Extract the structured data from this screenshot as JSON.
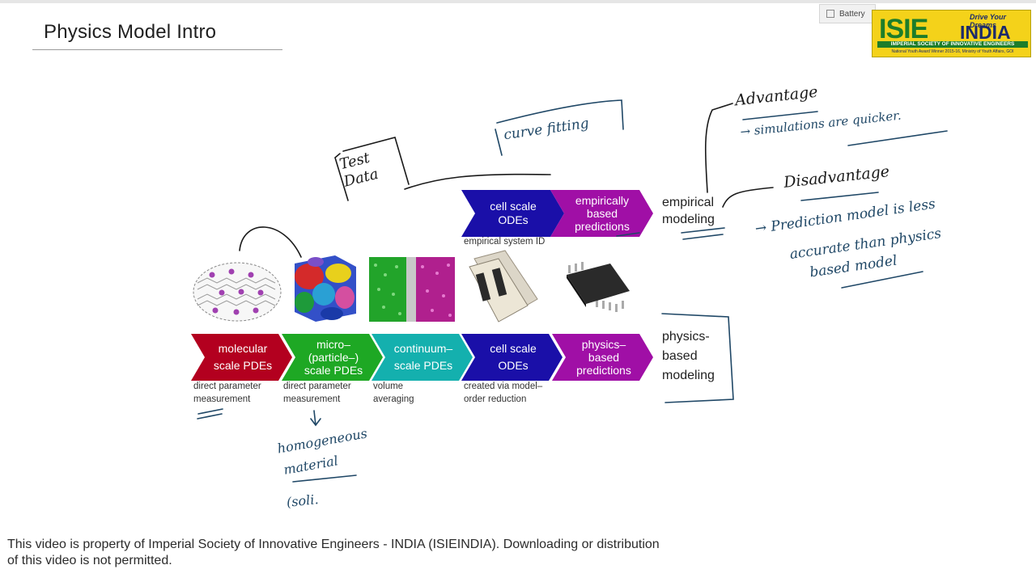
{
  "slide": {
    "title": "Physics Model Intro"
  },
  "window": {
    "battery_label": "Battery"
  },
  "logo": {
    "main": "ISIE",
    "country": "INDIA",
    "tagline": "Drive Your Dreams",
    "org": "IMPERIAL SOCIETY OF INNOVATIVE ENGINEERS",
    "award": "National Youth Award Winner 2015-16, Ministry of Youth Affairs, GOI"
  },
  "diagram": {
    "empirical_row": {
      "stages": [
        {
          "label": "cell scale\nODEs",
          "color": "#1a0fa8"
        },
        {
          "label": "empirically\nbased\npredictions",
          "color": "#a00fa6"
        }
      ],
      "caption": "empirical system ID",
      "result": "empirical\nmodeling"
    },
    "physics_row": {
      "stages": [
        {
          "label": "molecular\nscale PDEs",
          "color": "#b3001f",
          "caption": "direct parameter\nmeasurement"
        },
        {
          "label": "micro–\n(particle–)\nscale PDEs",
          "color": "#1ea824",
          "caption": "direct parameter\nmeasurement"
        },
        {
          "label": "continuum–\nscale PDEs",
          "color": "#14b0ae",
          "caption": "volume\naveraging"
        },
        {
          "label": "cell scale\nODEs",
          "color": "#1a0fa8",
          "caption": "created via model–\norder reduction"
        },
        {
          "label": "physics–\nbased\npredictions",
          "color": "#a00fa6",
          "caption": ""
        }
      ],
      "result": "physics-\nbased\nmodeling"
    },
    "images": [
      "molecule-illustration",
      "particle-cube-illustration",
      "porous-electrode-illustration",
      "battery-cell-photo",
      "chip-photo"
    ]
  },
  "annotations": {
    "test_data": "Test\nData",
    "curve_fitting": "curve fitting",
    "advantage": "Advantage",
    "advantage_note": "→ simulations are quicker.",
    "disadvantage": "Disadvantage",
    "disadvantage_note_1": "→ Prediction model is less",
    "disadvantage_note_2": "accurate than physics",
    "disadvantage_note_3": "based model",
    "homogeneous_1": "homogeneous",
    "homogeneous_2": "material",
    "solid": "(soli."
  },
  "footer": {
    "notice": "This video is property of Imperial Society of Innovative Engineers - INDIA (ISIEINDIA). Downloading or distribution\nof this video is not permitted."
  }
}
